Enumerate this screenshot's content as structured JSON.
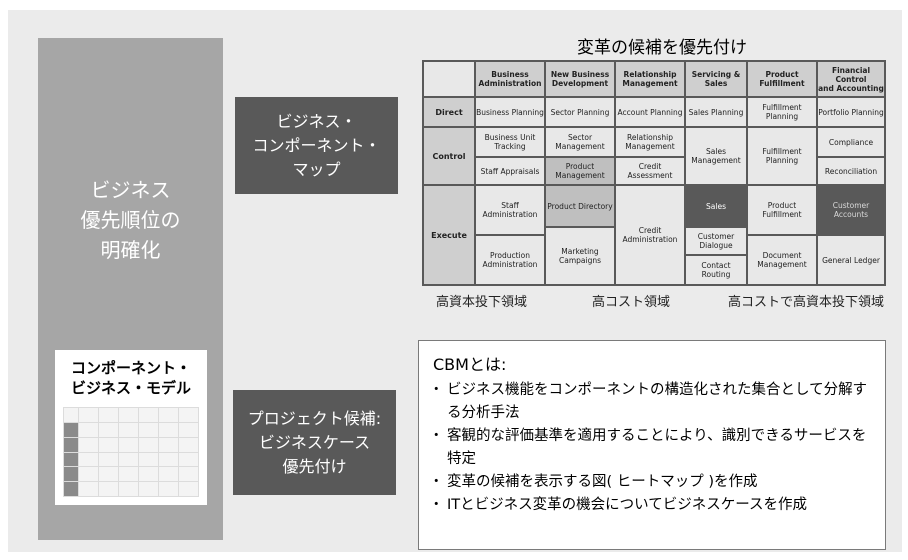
{
  "left_title": "ビジネス\n優先順位の\n明確化",
  "thumbnail": {
    "title": "コンポーネント・\nビジネス・モデル"
  },
  "business_map_box": "ビジネス・\nコンポーネント・\nマップ",
  "project_box": "プロジェクト候補:\nビジネスケース\n優先付け",
  "matrix": {
    "title": "変革の候補を優先付け",
    "columns": [
      "Business\nAdministration",
      "New Business\nDevelopment",
      "Relationship\nManagement",
      "Servicing &\nSales",
      "Product\nFulfillment",
      "Financial Control\nand Accounting"
    ],
    "rows": [
      "Direct",
      "Control",
      "Execute"
    ],
    "cells": {
      "ba_direct": "Business Planning",
      "ba_tracking": "Business Unit Tracking",
      "ba_appraisals": "Staff Appraisals",
      "ba_staff": "Staff Administration",
      "ba_production": "Production Administration",
      "nbd_sector_planning": "Sector Planning",
      "nbd_sector_mgmt": "Sector Management",
      "nbd_product_mgmt": "Product Management",
      "nbd_product_dir": "Product Directory",
      "nbd_marketing": "Marketing Campaigns",
      "rm_account": "Account Planning",
      "rm_relationship": "Relationship Management",
      "rm_credit_assess": "Credit Assessment",
      "rm_credit_admin": "Credit Administration",
      "ss_planning": "Sales Planning",
      "ss_mgmt": "Sales Management",
      "ss_sales": "Sales",
      "ss_dialogue": "Customer Dialogue",
      "ss_routing": "Contact Routing",
      "pf_planning": "Fulfillment Planning",
      "pf_control": "Fulfillment Planning",
      "pf_product": "Product Fulfillment",
      "pf_document": "Document Management",
      "fca_portfolio": "Portfolio Planning",
      "fca_compliance": "Compliance",
      "fca_reconciliation": "Reconciliation",
      "fca_customer": "Customer Accounts",
      "fca_ledger": "General Ledger"
    }
  },
  "zones": [
    "高資本投下領域",
    "高コスト領域",
    "高コストで高資本投下領域"
  ],
  "cbm": {
    "title": "CBMとは:",
    "bullets": [
      "ビジネス機能をコンポーネントの構造化された集合として分解する分析手法",
      "客観的な評価基準を適用することにより、識別できるサービスを特定",
      "変革の候補を表示する図( ヒートマップ )を作成",
      "ITとビジネス変革の機会についてビジネスケースを作成"
    ]
  },
  "colors": {
    "dark": "#595959",
    "panel": "#a6a6a6",
    "background": "#ebebeb",
    "cell": "#d9d9d9"
  }
}
